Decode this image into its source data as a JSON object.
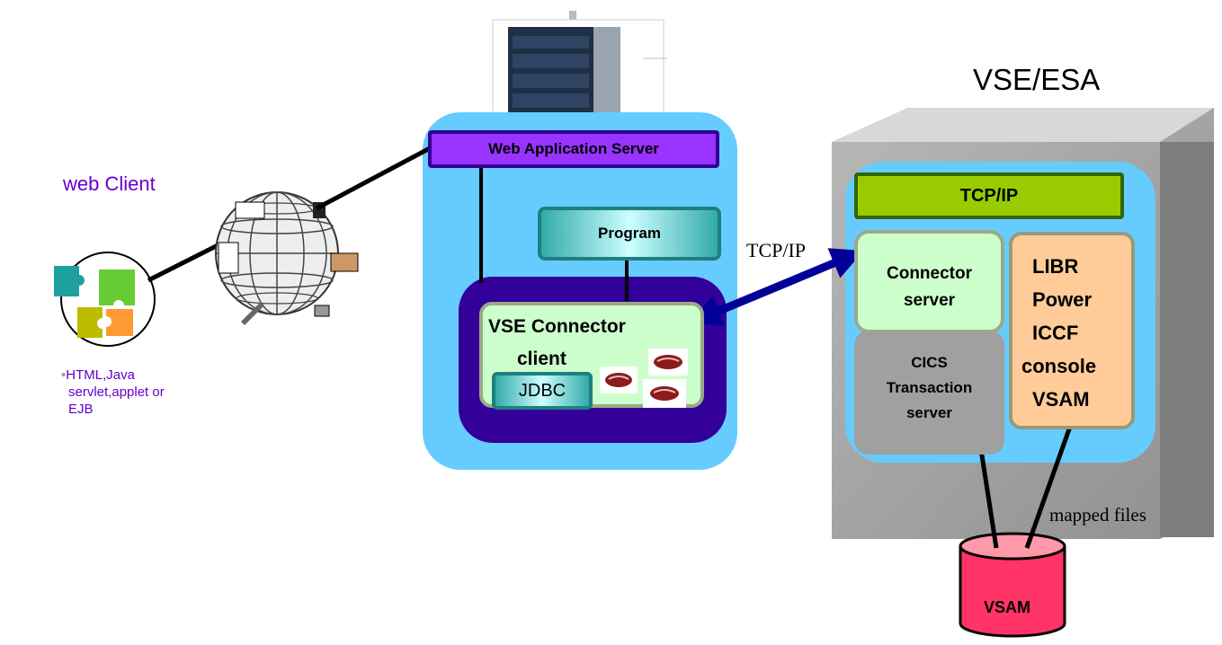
{
  "vse_title": "VSE/ESA",
  "web_client": {
    "label": "web Client",
    "note_bullet": "•",
    "note_lines": [
      "HTML,Java",
      "servlet,applet or",
      "EJB"
    ]
  },
  "middle": {
    "web_app_server": "Web Application Server",
    "program": "Program",
    "connector_client_lines": [
      "VSE Connector",
      "client"
    ],
    "jdbc": "JDBC"
  },
  "link_label": "TCP/IP",
  "vse": {
    "tcpip": "TCP/IP",
    "connector_server_lines": [
      "Connector",
      "server"
    ],
    "cics_lines": [
      "CICS",
      "Transaction",
      "server"
    ],
    "services": [
      "LIBR",
      "Power",
      "ICCF",
      "console",
      "VSAM"
    ]
  },
  "mapped_files": "mapped files",
  "vsam_db": "VSAM",
  "colors": {
    "light_blue": "#66CCFF",
    "purple": "#9933FF",
    "dark_purple": "#330099",
    "green": "#99CC00",
    "pale_green": "#CCFFCC",
    "orange": "#FFCC99",
    "gray": "#A0A0A0",
    "arrow_blue": "#000099",
    "label_purple": "#6600CC",
    "red": "#FF3366"
  }
}
